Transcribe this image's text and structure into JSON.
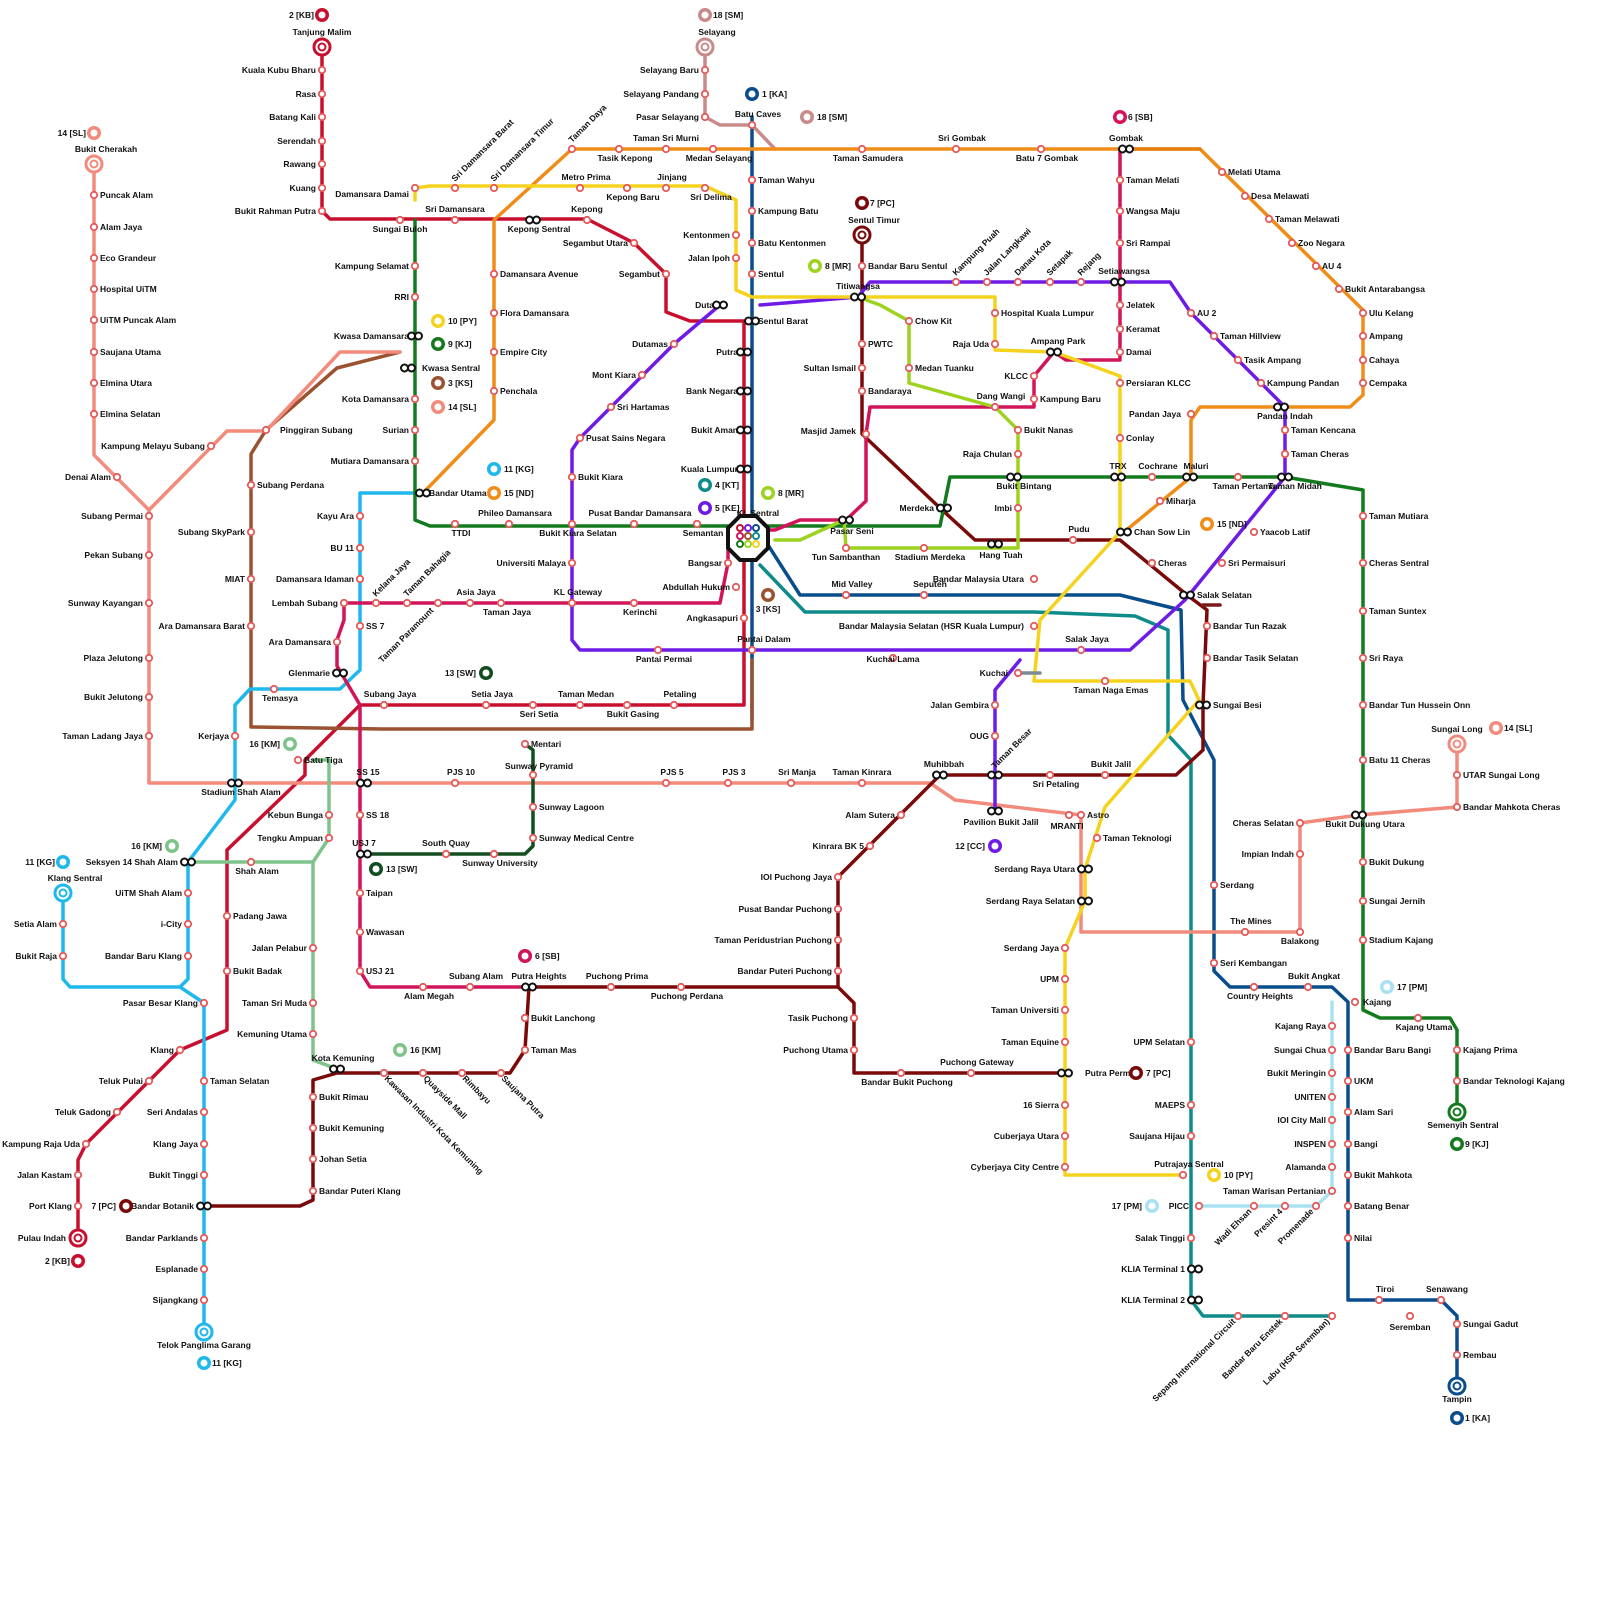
{
  "colors": {
    "KB": "#c8102e",
    "KA": "#0a4d8c",
    "PC": "#7a0a0a",
    "SL": "#f28b7c",
    "SM": "#c98a8a",
    "KG": "#1fb8ec",
    "KJ": "#137b1e",
    "AG": "#e67f0d",
    "SP": "#7a1a1a",
    "KL": "#e0206c",
    "PY": "#f5d21e",
    "MR": "#9dd21f",
    "CC": "#6f1be6",
    "KS": "#9a5230",
    "KT": "#0f8b8b",
    "KM": "#7ec48a",
    "PM": "#a8e2f2",
    "SW": "#114d1f",
    "SB": "#d2145a",
    "ND": "#f08c18",
    "IC": "#7a8c99"
  },
  "badges": [
    {
      "text": "2 [KB]",
      "line": "KB"
    },
    {
      "text": "18 [SM]",
      "line": "SM"
    },
    {
      "text": "1 [KA]",
      "line": "KA"
    },
    {
      "text": "18 [SM]",
      "line": "SM"
    },
    {
      "text": "14 [SL]",
      "line": "SL"
    },
    {
      "text": "6 [SB]",
      "line": "SB"
    },
    {
      "text": "7 [PC]",
      "line": "PC"
    },
    {
      "text": "8 [MR]",
      "line": "MR"
    },
    {
      "text": "10 [PY]",
      "line": "PY"
    },
    {
      "text": "9 [KJ]",
      "line": "KJ"
    },
    {
      "text": "3 [KS]",
      "line": "KS"
    },
    {
      "text": "14 [SL]",
      "line": "SL"
    },
    {
      "text": "11 [KG]",
      "line": "KG"
    },
    {
      "text": "15 [ND]",
      "line": "ND"
    },
    {
      "text": "4 [KT]",
      "line": "KT"
    },
    {
      "text": "5 [KE]",
      "line": "CC"
    },
    {
      "text": "8 [MR]",
      "line": "MR"
    },
    {
      "text": "15 [ND]",
      "line": "ND"
    },
    {
      "text": "3 [KS]",
      "line": "KS"
    },
    {
      "text": "13 [SW]",
      "line": "SW"
    },
    {
      "text": "16 [KM]",
      "line": "KM"
    },
    {
      "text": "14 [SL]",
      "line": "SL"
    },
    {
      "text": "16 [KM]",
      "line": "KM"
    },
    {
      "text": "11 [KG]",
      "line": "KG"
    },
    {
      "text": "12 [CC]",
      "line": "CC"
    },
    {
      "text": "13 [SW]",
      "line": "SW"
    },
    {
      "text": "6 [SB]",
      "line": "SB"
    },
    {
      "text": "16 [KM]",
      "line": "KM"
    },
    {
      "text": "7 [PC]",
      "line": "PC"
    },
    {
      "text": "7 [PC]",
      "line": "PC"
    },
    {
      "text": "17 [PM]",
      "line": "PM"
    },
    {
      "text": "9 [KJ]",
      "line": "KJ"
    },
    {
      "text": "10 [PY]",
      "line": "PY"
    },
    {
      "text": "17 [PM]",
      "line": "PM"
    },
    {
      "text": "2 [KB]",
      "line": "KB"
    },
    {
      "text": "11 [KG]",
      "line": "KG"
    },
    {
      "text": "1 [KA]",
      "line": "KA"
    }
  ],
  "stations": [
    "Tanjung Malim",
    "Kuala Kubu Bharu",
    "Rasa",
    "Batang Kali",
    "Serendah",
    "Rawang",
    "Kuang",
    "Bukit Rahman Putra",
    "Sungai Buloh",
    "Sri Damansara",
    "Kepong Sentral",
    "Kepong",
    "Segambut Utara",
    "Segambut",
    "Bukit Cherakah",
    "Puncak Alam",
    "Alam Jaya",
    "Eco Grandeur",
    "Hospital UiTM",
    "UiTM Puncak Alam",
    "Saujana Utama",
    "Elmina Utara",
    "Elmina Selatan",
    "Kampung Melayu Subang",
    "Denai Alam",
    "Subang Permai",
    "Pekan Subang",
    "Sunway Kayangan",
    "Plaza Jelutong",
    "Bukit Jelutong",
    "Taman Ladang Jaya",
    "Stadium Shah Alam",
    "Selayang",
    "Selayang Baru",
    "Selayang Pandang",
    "Pasar Selayang",
    "Batu Caves",
    "Taman Wahyu",
    "Kampung Batu",
    "Batu Kentonmen",
    "Sentul",
    "Sentul Barat",
    "Taman Sri Murni",
    "Tasik Kepong",
    "Medan Selayang",
    "Taman Samudera",
    "Sri Gombak",
    "Batu 7 Gombak",
    "Gombak",
    "Damansara Damai",
    "Sri Damansara Barat",
    "Sri Damansara Timur",
    "Taman Daya",
    "Metro Prima",
    "Kepong Baru",
    "Jinjang",
    "Sri Delima",
    "Kentonmen",
    "Jalan Ipoh",
    "Kampung Selamat",
    "RRI",
    "Kwasa Damansara",
    "Kwasa Sentral",
    "Kota Damansara",
    "Surian",
    "Mutiara Damansara",
    "Bandar Utama",
    "TTDI",
    "Phileo Damansara",
    "Pusat Bandar Damansara",
    "Semantan",
    "Damansara Avenue",
    "Flora Damansara",
    "Empire City",
    "Penchala",
    "Pinggiran Subang",
    "Subang Perdana",
    "Subang SkyPark",
    "MIAT",
    "Ara Damansara Barat",
    "Temasya",
    "Duta",
    "Dutamas",
    "Mont Kiara",
    "Sri Hartamas",
    "Pusat Sains Negara",
    "Bukit Kiara",
    "Bukit Kiara Selatan",
    "Universiti Malaya",
    "KL Gateway",
    "Pantai Permai",
    "Putra",
    "Bank Negara",
    "Bukit Aman",
    "Kuala Lumpur",
    "KL Sentral",
    "Bangsar",
    "Abdullah Hukum",
    "Angkasapuri",
    "Pantai Dalam",
    "Titiwangsa",
    "Sentul Timur",
    "Bandar Baru Sentul",
    "PWTC",
    "Sultan Ismail",
    "Bandaraya",
    "Masjid Jamek",
    "Pasar Seni",
    "Medan Tuanku",
    "Chow Kit",
    "Kampung Puah",
    "Jalan Langkawi",
    "Danau Kota",
    "Setapak",
    "Rejang",
    "Setiawangsa",
    "Hospital Kuala Lumpur",
    "Raja Uda",
    "Ampang Park",
    "Persiaran KLCC",
    "Conlay",
    "Taman Melati",
    "Wangsa Maju",
    "Sri Rampai",
    "Jelatek",
    "Keramat",
    "Damai",
    "KLCC",
    "Kampung Baru",
    "Dang Wangi",
    "Bukit Nanas",
    "Raja Chulan",
    "Bukit Bintang",
    "Imbi",
    "Hang Tuah",
    "Merdeka",
    "Tun Sambanthan",
    "Stadium Merdeka",
    "Melati Utama",
    "Desa Melawati",
    "Taman Melawati",
    "Zoo Negara",
    "AU 4",
    "Bukit Antarabangsa",
    "Ulu Kelang",
    "Ampang",
    "Cahaya",
    "Cempaka",
    "Pandan Indah",
    "Pandan Jaya",
    "AU 2",
    "Taman Hillview",
    "Tasik Ampang",
    "Kampung Pandan",
    "Taman Kencana",
    "Taman Cheras",
    "Taman Midah",
    "TRX",
    "Cochrane",
    "Maluri",
    "Taman Pertama",
    "Miharja",
    "Pudu",
    "Chan Sow Lin",
    "Cheras",
    "Yaacob Latif",
    "Sri Permaisuri",
    "Salak Selatan",
    "Bandar Tun Razak",
    "Bandar Tasik Selatan",
    "Sungai Besi",
    "Mid Valley",
    "Seputeh",
    "Bandar Malaysia Utara",
    "Bandar Malaysia Selatan (HSR Kuala Lumpur)",
    "Salak Jaya",
    "Kuchai Lama",
    "Kuchai",
    "Taman Naga Emas",
    "Kayu Ara",
    "BU 11",
    "Damansara Idaman",
    "Lembah Subang",
    "Kelana Jaya",
    "Taman Bahagia",
    "Taman Paramount",
    "Asia Jaya",
    "Taman Jaya",
    "Kerinchi",
    "Ara Damansara",
    "Glenmarie",
    "SS 7",
    "Subang Jaya",
    "Setia Jaya",
    "Seri Setia",
    "Taman Medan",
    "Bukit Gasing",
    "Petaling",
    "Kerjaya",
    "Batu Tiga",
    "Mentari",
    "Sunway Pyramid",
    "Sunway Lagoon",
    "Sunway Medical Centre",
    "Sunway University",
    "South Quay",
    "SS 15",
    "PJS 10",
    "PJS 5",
    "PJS 3",
    "Sri Manja",
    "Taman Kinrara",
    "Muhibbah",
    "Alam Sutera",
    "Kinrara BK 5",
    "IOI Puchong Jaya",
    "Pusat Bandar Puchong",
    "Taman Peridustrian Puchong",
    "Bandar Puteri Puchong",
    "Tasik Puchong",
    "Puchong Utama",
    "Puchong Gateway",
    "Bandar Bukit Puchong",
    "Putra Permai",
    "Taman Besar",
    "Bukit Jalil",
    "Sri Petaling",
    "Jalan Gembira",
    "OUG",
    "Pavilion Bukit Jalil",
    "MRANTI",
    "Astro",
    "Taman Teknologi",
    "Serdang Raya Utara",
    "Serdang Raya Selatan",
    "Serdang Jaya",
    "UPM",
    "Taman Universiti",
    "Taman Equine",
    "16 Sierra",
    "Cuberjaya Utara",
    "Cyberjaya City Centre",
    "Putrajaya Sentral",
    "Cheras Selatan",
    "Impian Indah",
    "Balakong",
    "The Mines",
    "Serdang",
    "Seri Kembangan",
    "Country Heights",
    "Bukit Angkat",
    "Kajang",
    "Kajang Utama",
    "Kajang Prima",
    "Bandar Teknologi Kajang",
    "Semenyih Sentral",
    "Sungai Long",
    "UTAR Sungai Long",
    "Bandar Mahkota Cheras",
    "Taman Mutiara",
    "Cheras Sentral",
    "Taman Suntex",
    "Sri Raya",
    "Bandar Tun Hussein Onn",
    "Batu 11 Cheras",
    "Bukit Dukung Utara",
    "Bukit Dukung",
    "Sungai Jernih",
    "Stadium Kajang",
    "Kajang Raya",
    "Sungai Chua",
    "Bukit Meringin",
    "UNITEN",
    "IOI City Mall",
    "INSPEN",
    "Alamanda",
    "Taman Warisan Pertanian",
    "Presint 4",
    "Wadi Ehsan",
    "Promenade",
    "PICC",
    "Salak Tinggi",
    "UPM Selatan",
    "MAEPS",
    "Saujana Hijau",
    "KLIA Terminal 1",
    "KLIA Terminal 2",
    "Bandar Baru Bangi",
    "UKM",
    "Alam Sari",
    "Bangi",
    "Bukit Mahkota",
    "Batang Benar",
    "Nilai",
    "Labu (HSR Seremban)",
    "Tiroi",
    "Seremban",
    "Senawang",
    "Sungai Gadut",
    "Rembau",
    "Tampin",
    "Bandar Baru Enstek",
    "Sepang International Circuit",
    "Klang Sentral",
    "Setia Alam",
    "Bukit Raja",
    "Seksyen 14 Shah Alam",
    "UiTM Shah Alam",
    "i-City",
    "Bandar Baru Klang",
    "Pasar Besar Klang",
    "Klang",
    "Taman Selatan",
    "Seri Andalas",
    "Klang Jaya",
    "Bukit Tinggi",
    "Bandar Botanik",
    "Bandar Parklands",
    "Esplanade",
    "Sijangkang",
    "Telok Panglima Garang",
    "Shah Alam",
    "Padang Jawa",
    "Bukit Badak",
    "Teluk Pulai",
    "Teluk Gadong",
    "Kampung Raja Uda",
    "Jalan Kastam",
    "Port Klang",
    "Pulau Indah",
    "Kebun Bunga",
    "Tengku Ampuan",
    "Jalan Pelabur",
    "Taman Sri Muda",
    "Kemuning Utama",
    "Kota Kemuning",
    "Kawasan Industri Kota Kemuning",
    "Quayside Mall",
    "Rimbayu",
    "Saujana Putra",
    "Bukit Rimau",
    "Bukit Kemuning",
    "Johan Setia",
    "Bandar Puteri Klang",
    "SS 18",
    "USJ 7",
    "Taipan",
    "Wawasan",
    "USJ 21",
    "Alam Megah",
    "Subang Alam",
    "Putra Heights",
    "Puchong Prima",
    "Puchong Perdana",
    "Bukit Lanchong",
    "Taman Mas"
  ]
}
